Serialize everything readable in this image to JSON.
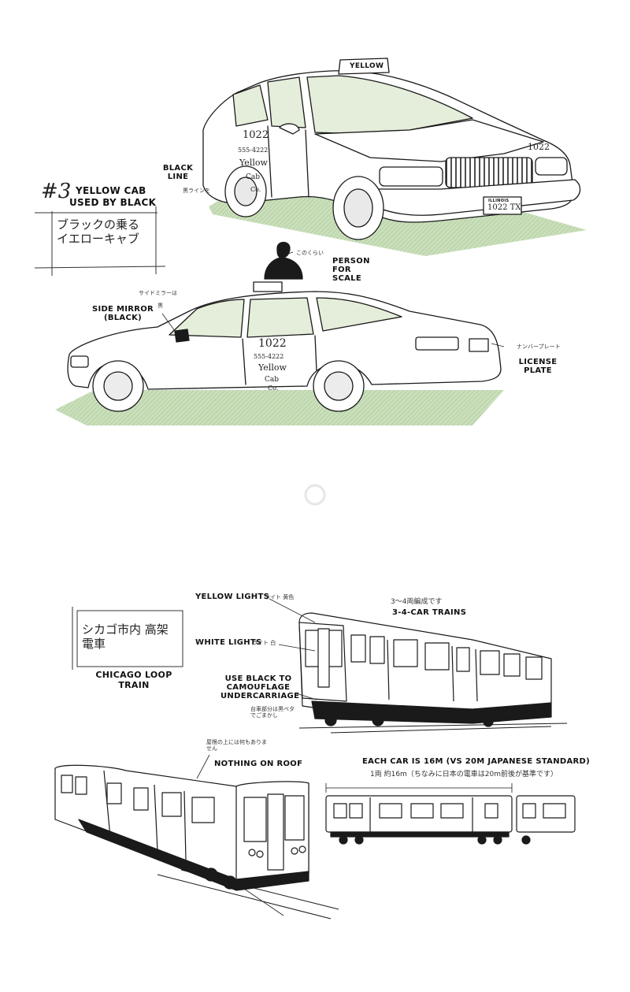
{
  "taxi_section": {
    "number": "#3",
    "title_en_line1": "YELLOW CAB",
    "title_en_line2": "USED BY BLACK",
    "title_jp": "ブラックの乗る イエローキャブ",
    "roof_sign": "YELLOW",
    "front_plate_state": "ILLINOIS",
    "front_plate_number": "1022 TX",
    "hood_number": "1022",
    "door_text_top": [
      "1022",
      "555-4222",
      "Yellow",
      "Cab",
      "Co."
    ],
    "door_text_side": [
      "1022",
      "555-4222",
      "Yellow",
      "Cab",
      "Co."
    ],
    "labels": {
      "black_line": "BLACK LINE",
      "black_line_jp": "黒ラインを",
      "person_for_scale": "PERSON FOR SCALE",
      "person_jp": "このくらい",
      "side_mirror": "SIDE MIRROR (BLACK)",
      "side_mirror_jp": "サイドミラーは",
      "side_mirror_jp2": "黒",
      "license_plate": "LICENSE PLATE",
      "license_plate_jp": "ナンバープレート"
    }
  },
  "train_section": {
    "title_jp": "シカゴ市内 高架電車",
    "title_en": "CHICAGO LOOP TRAIN",
    "labels": {
      "yellow_lights": "YELLOW LIGHTS",
      "yellow_lights_jp": "ライト 黄色",
      "white_lights": "WHITE LIGHTS",
      "white_lights_jp": "ライト 白",
      "cars_jp": "3〜4両編成です",
      "cars_en": "3-4-CAR TRAINS",
      "undercarriage": "USE BLACK TO CAMOUFLAGE UNDERCARRIAGE",
      "undercarriage_jp": "台車部分は黒ベタでごまかし",
      "nothing_on_roof_jp": "屋根の上には何もありません",
      "nothing_on_roof": "NOTHING ON ROOF",
      "each_car": "EACH CAR IS 16M (VS 20M JAPANESE STANDARD)",
      "each_car_jp": "1両 約16m（ちなみに日本の電車は20m前後が基準です）"
    }
  },
  "colors": {
    "ink": "#1a1a1a",
    "shadow_green": "#b8d3a8",
    "glass_green": "#e4eedb",
    "paper": "#ffffff"
  }
}
